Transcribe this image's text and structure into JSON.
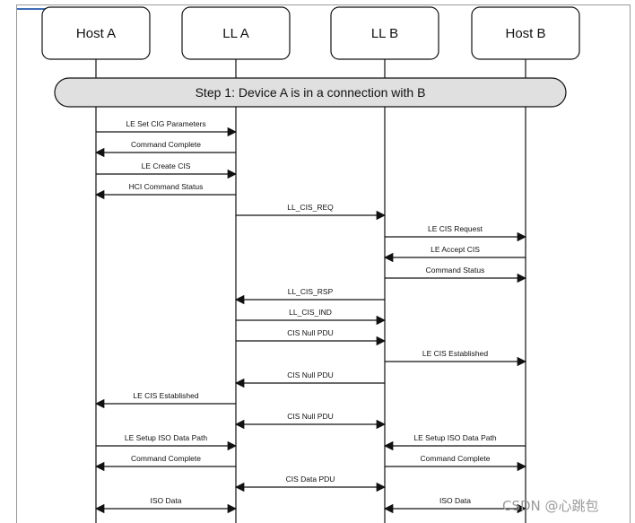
{
  "participants": [
    "Host A",
    "LL A",
    "LL B",
    "Host B"
  ],
  "step": "Step 1: Device A is in a connection with B",
  "messages": [
    {
      "label": "LE Set CIG Parameters",
      "from": 0,
      "to": 1
    },
    {
      "label": "Command Complete",
      "from": 1,
      "to": 0
    },
    {
      "label": "LE Create CIS",
      "from": 0,
      "to": 1
    },
    {
      "label": "HCI Command Status",
      "from": 1,
      "to": 0
    },
    {
      "label": "LL_CIS_REQ",
      "from": 1,
      "to": 2
    },
    {
      "label": "LE CIS Request",
      "from": 2,
      "to": 3
    },
    {
      "label": "LE Accept CIS",
      "from": 3,
      "to": 2
    },
    {
      "label": "Command Status",
      "from": 2,
      "to": 3
    },
    {
      "label": "LL_CIS_RSP",
      "from": 2,
      "to": 1
    },
    {
      "label": "LL_CIS_IND",
      "from": 1,
      "to": 2
    },
    {
      "label": "CIS Null PDU",
      "from": 1,
      "to": 2
    },
    {
      "label": "LE CIS Established",
      "from": 2,
      "to": 3
    },
    {
      "label": "CIS Null PDU",
      "from": 2,
      "to": 1
    },
    {
      "label": "LE CIS Established",
      "from": 1,
      "to": 0
    },
    {
      "label": "CIS Null PDU",
      "from": 1,
      "to": 2,
      "bidirectional": true
    },
    {
      "label": "LE Setup ISO Data Path",
      "from": 0,
      "to": 1
    },
    {
      "label": "LE Setup ISO Data Path",
      "from": 3,
      "to": 2
    },
    {
      "label": "Command Complete",
      "from": 1,
      "to": 0
    },
    {
      "label": "Command Complete",
      "from": 2,
      "to": 3
    },
    {
      "label": "CIS Data PDU",
      "from": 1,
      "to": 2,
      "bidirectional": true
    },
    {
      "label": "ISO Data",
      "from": 0,
      "to": 1,
      "bidirectional": true
    },
    {
      "label": "ISO Data",
      "from": 2,
      "to": 3,
      "bidirectional": true
    }
  ],
  "watermark": "CSDN @心跳包"
}
